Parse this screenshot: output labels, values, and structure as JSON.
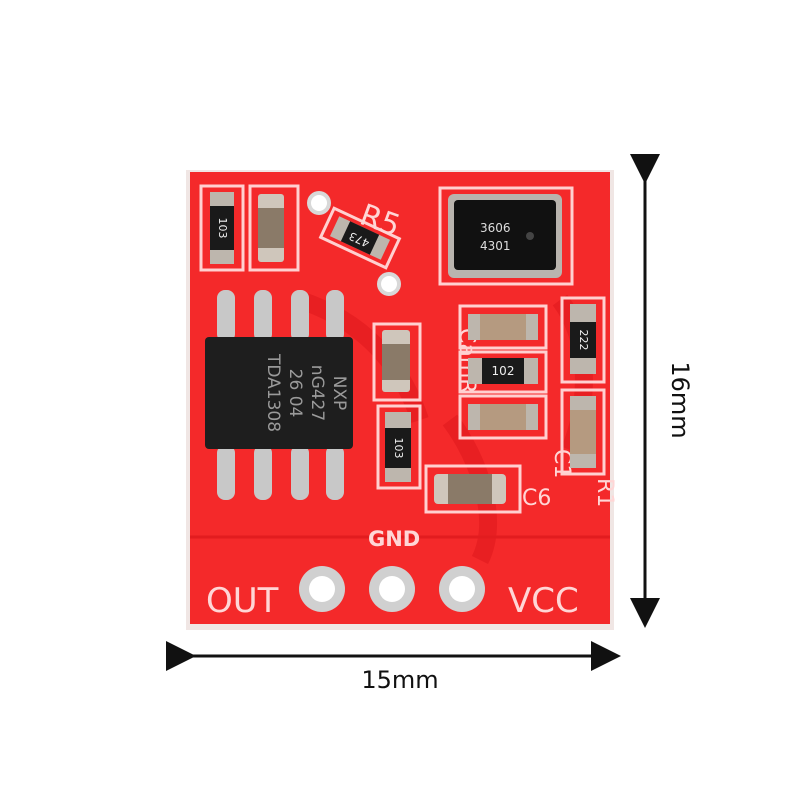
{
  "board": {
    "ic_marking": [
      "TDA1308",
      "26 04",
      "nG427",
      "NXP"
    ],
    "mic_marking": [
      "3606",
      "4301"
    ],
    "silkscreen": {
      "r5": "R5",
      "camr": "CamR",
      "c1": "C1",
      "c6": "C6",
      "r1": "R1",
      "gnd": "GND",
      "out": "OUT",
      "vcc": "VCC"
    },
    "resistor_codes": {
      "top_left": "103",
      "r5": "473",
      "mid": "103",
      "r2": "222",
      "center": "102"
    }
  },
  "dimensions": {
    "width": "15mm",
    "height": "16mm"
  },
  "colors": {
    "pcb": "#f4292a",
    "silk": "#ffd0d0"
  }
}
